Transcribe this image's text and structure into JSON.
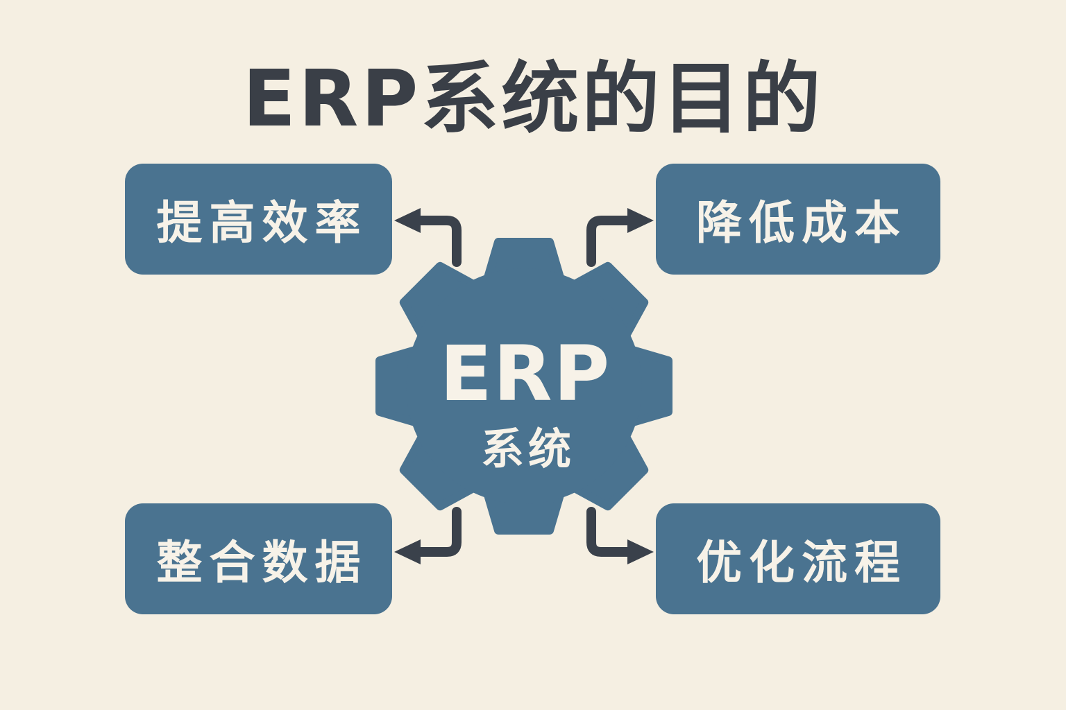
{
  "title": "ERP系统的目的",
  "gear": {
    "label_primary": "ERP",
    "label_secondary": "系统"
  },
  "boxes": {
    "top_left": "提高效率",
    "top_right": "降低成本",
    "bottom_left": "整合数据",
    "bottom_right": "优化流程"
  },
  "colors": {
    "background": "#f5efe2",
    "box": "#4a7390",
    "box_text": "#f7f2e8",
    "title": "#3a3f47",
    "arrow": "#3a414b"
  }
}
